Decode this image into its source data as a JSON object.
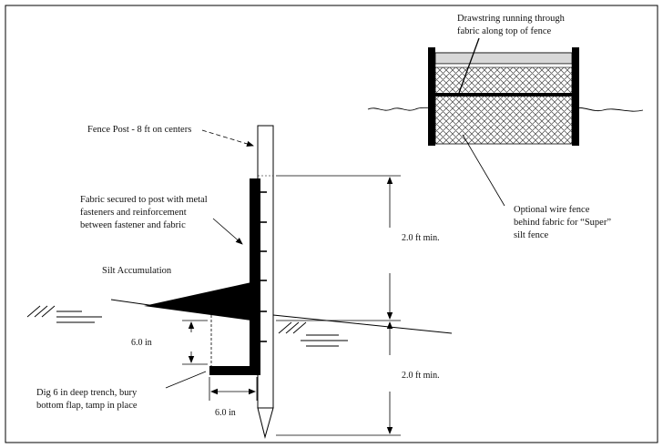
{
  "labels": {
    "fence_post": "Fence Post - 8 ft on centers",
    "fabric_secured": [
      "Fabric secured to post with metal",
      "fasteners and reinforcement",
      "between fastener and fabric"
    ],
    "silt_accumulation": "Silt Accumulation",
    "trench_note": [
      "Dig 6 in deep trench, bury",
      "bottom flap, tamp in place"
    ],
    "drawstring": [
      "Drawstring running through",
      "fabric along top of fence"
    ],
    "wire_fence": [
      "Optional wire fence",
      "behind fabric for “Super”",
      "silt fence"
    ]
  },
  "dimensions": {
    "upper_height": "2.0 ft min.",
    "lower_depth": "2.0 ft min.",
    "trench_depth": "6.0 in",
    "trench_width": "6.0 in"
  }
}
